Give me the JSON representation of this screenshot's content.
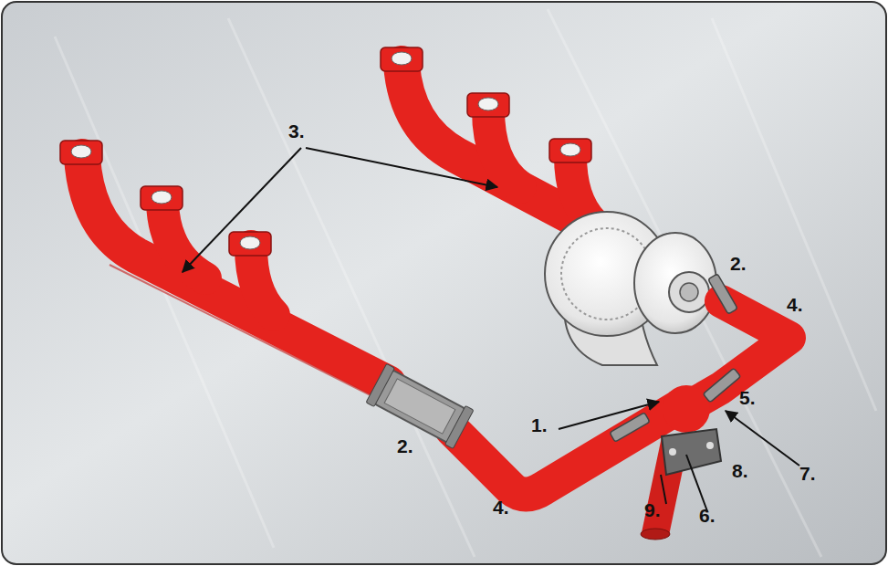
{
  "diagram": {
    "labels": [
      "3.",
      "2.",
      "4.",
      "5.",
      "1.",
      "2.",
      "8.",
      "7.",
      "4.",
      "9.",
      "6."
    ]
  }
}
